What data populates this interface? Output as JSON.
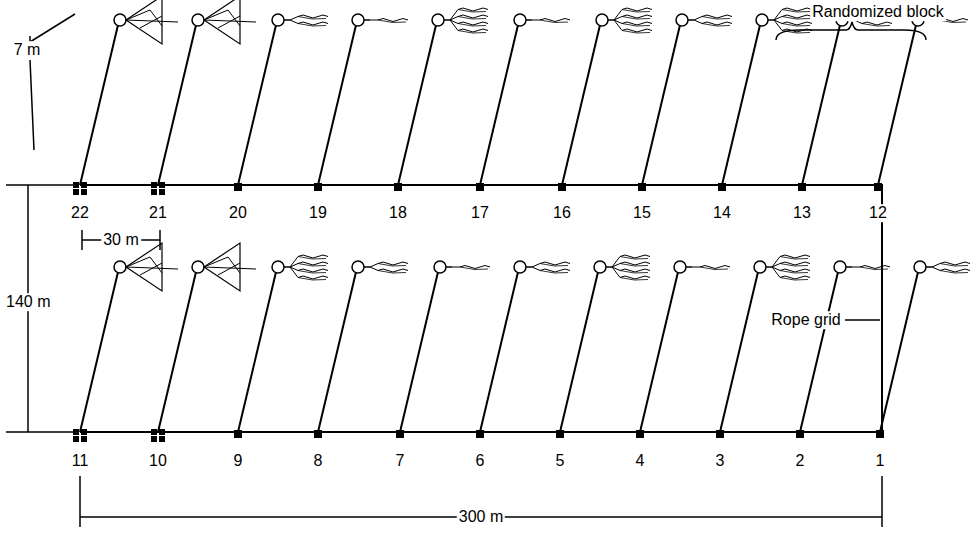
{
  "diagram": {
    "labels": [
      "Randomized block",
      "7 m",
      "30 m",
      "140 m",
      "Rope grid",
      "300 m",
      "22",
      "21",
      "20",
      "19",
      "18",
      "17",
      "16",
      "15",
      "14",
      "13",
      "12",
      "11",
      "10",
      "9",
      "8",
      "7",
      "6",
      "5",
      "4",
      "3",
      "2",
      "1"
    ]
  }
}
